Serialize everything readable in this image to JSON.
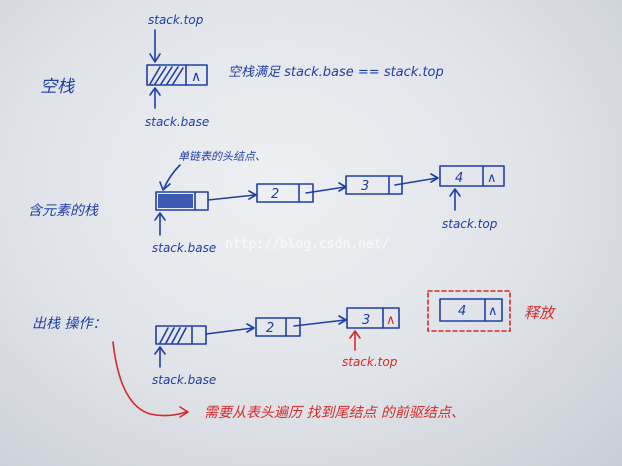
{
  "section1": {
    "label": "空栈",
    "top_label": "stack.top",
    "base_label": "stack.base",
    "node_null": "∧",
    "condition": "空栈满足 stack.base == stack.top"
  },
  "section2": {
    "label": "含元素的栈",
    "head_note": "单链表的头结点、",
    "nodes": [
      "2",
      "3",
      "4"
    ],
    "node_null": "∧",
    "top_label": "stack.top",
    "base_label": "stack.base"
  },
  "watermark": "http://blog.csdn.net/",
  "section3": {
    "label": "出栈 操作：",
    "nodes": [
      "2",
      "3"
    ],
    "node_null": "∧",
    "released_node": "4",
    "released_null": "∧",
    "released_note": "释放",
    "top_label": "stack.top",
    "base_label": "stack.base",
    "bottom_note": "需要从表头遍历 找到尾结点 的前驱结点、"
  },
  "colors": {
    "ink_blue": "#1f3fa6",
    "ink_red": "#d62a2a",
    "paper": "#e6e9ed"
  }
}
